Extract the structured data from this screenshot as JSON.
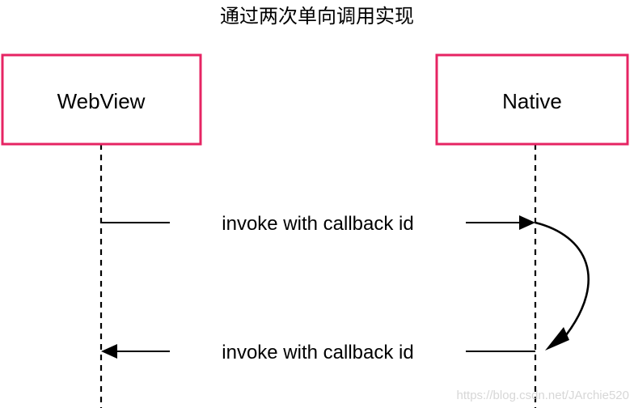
{
  "diagram": {
    "type": "sequence-diagram",
    "title": "通过两次单向调用实现",
    "background_color": "#ffffff",
    "participant_border_color": "#e62463",
    "line_color": "#000000"
  },
  "participants": [
    {
      "id": "webview",
      "label": "WebView"
    },
    {
      "id": "native",
      "label": "Native"
    }
  ],
  "messages": [
    {
      "label": "invoke with callback id",
      "from": "webview",
      "to": "native",
      "direction": "right"
    },
    {
      "label": "invoke with callback id",
      "from": "native",
      "to": "webview",
      "direction": "left"
    }
  ],
  "self_loop": {
    "on": "native",
    "label": ""
  },
  "watermark": {
    "text": "https://blog.csdn.net/JArchie520"
  }
}
